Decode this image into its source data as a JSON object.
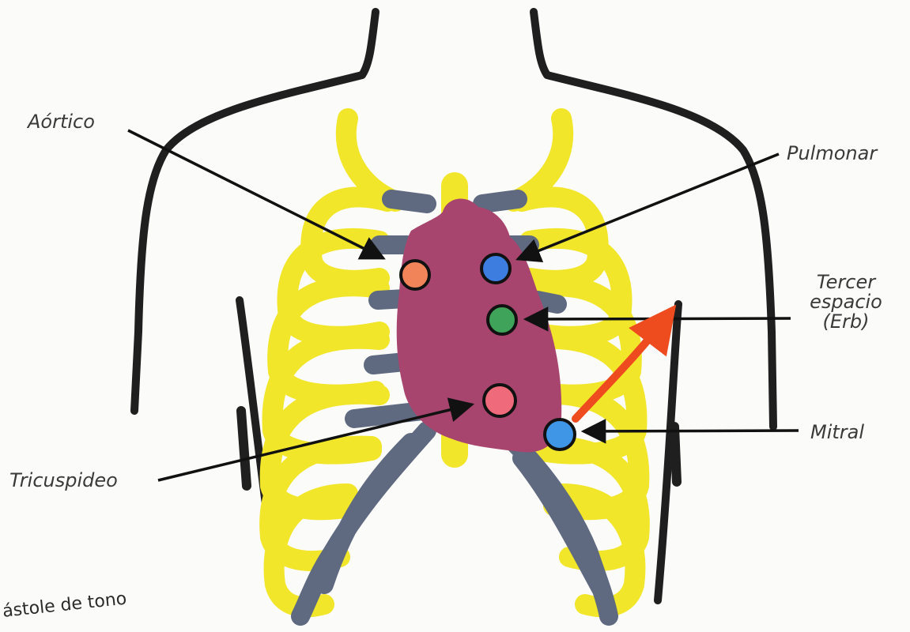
{
  "labels": {
    "aortic": "Aórtico",
    "pulmonary": "Pulmonar",
    "third_space_line1": "Tercer",
    "third_space_line2": "espacio",
    "third_space_line3": "(Erb)",
    "mitral": "Mitral",
    "tricuspid": "Tricuspideo"
  },
  "note": {
    "line1": "ástole de tono",
    "line2": ""
  },
  "colors": {
    "rib": "#f2e62a",
    "cartilage": "#5f6a80",
    "heart": "#a8456e",
    "outline": "#1f1f1f",
    "aortic_point": "#f2845a",
    "pulmonary_point": "#3d7de0",
    "erb_point": "#3fa35a",
    "tricuspid_point": "#ef6a7a",
    "mitral_point": "#3f95e6",
    "red_arrow": "#ee4b1f"
  }
}
